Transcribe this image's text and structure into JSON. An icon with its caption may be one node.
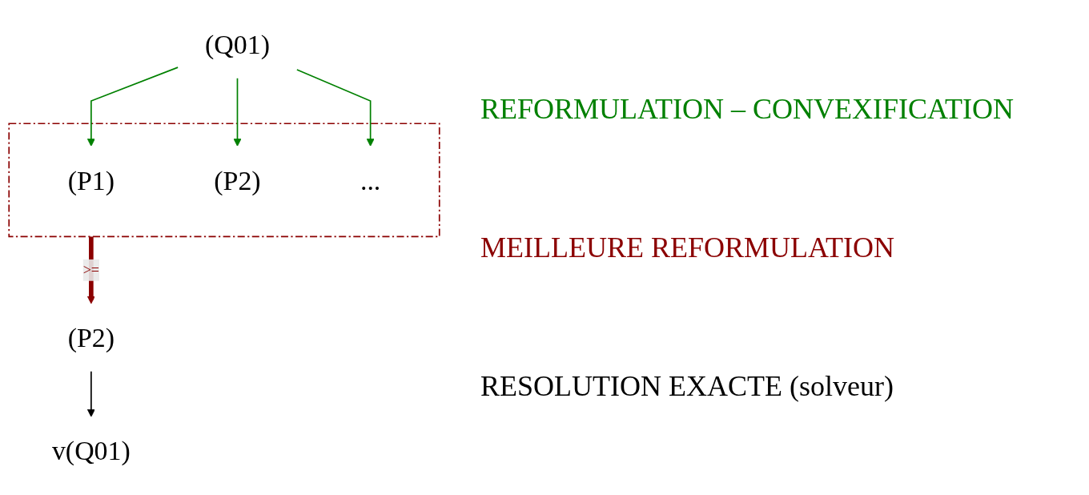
{
  "diagram": {
    "nodes": [
      {
        "text": [
          "(Q01)"
        ]
      },
      {
        "text": [],
        "shape": "bracket"
      },
      {
        "text": [
          "(P1)"
        ],
        "in": 1
      },
      {
        "text": [
          "(P2)"
        ],
        "in": 1
      },
      {
        "text": [
          "..."
        ],
        "in": 1
      },
      {
        "text": [
          "(P2)"
        ]
      },
      {
        "text": [
          "v(Q01)"
        ]
      }
    ],
    "edges": [
      {
        "from": 0,
        "to": 2,
        "arrow": "to",
        "color": "#008000"
      },
      {
        "from": 0,
        "to": 3,
        "arrow": "to",
        "color": "#008000"
      },
      {
        "from": 0,
        "to": 4,
        "arrow": "to",
        "color": "#008000"
      },
      {
        "from": 1,
        "to": 5,
        "arrow": "to",
        "label": ">=",
        "style": "thick",
        "color": "#8b0000"
      },
      {
        "from": 5,
        "to": 6,
        "arrow": "to",
        "color": "#000000"
      }
    ],
    "labels": [
      "REFORMULATION – CONVEXIFICATION",
      "MEILLEURE REFORMULATION",
      "RESOLUTION EXACTE (solveur)"
    ]
  }
}
